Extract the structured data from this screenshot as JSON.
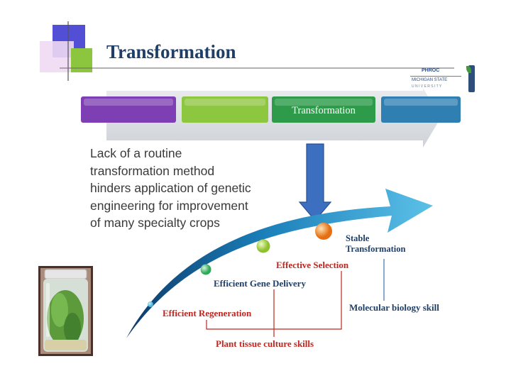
{
  "title": "Transformation",
  "process_bar": {
    "active_label": "Transformation",
    "segment_colors": [
      "#7e3fb4",
      "#8dc63f",
      "#2e9b4b",
      "#2f7fb3"
    ]
  },
  "description": "Lack of a routine transformation method hinders application of genetic engineering for improvement of many specialty crops",
  "stages": [
    {
      "label": "Efficient Regeneration",
      "dot_color": "#4fb6d4"
    },
    {
      "label": "Efficient Gene Delivery",
      "dot_color": "#4cc46a"
    },
    {
      "label": "Effective Selection",
      "dot_color": "#9ac53a"
    },
    {
      "label_line1": "Stable",
      "label_line2": "Transformation",
      "dot_color": "#f08a1c"
    }
  ],
  "skills": {
    "plant_tissue_culture": "Plant tissue culture skills",
    "molecular_biology": "Molecular biology skill"
  },
  "logos": {
    "institute": "PHROC",
    "university_line1": "MICHIGAN STATE",
    "university_line2": "U N I V E R S I T Y"
  },
  "colors": {
    "title": "#1f3f68",
    "stage_text_red": "#c0261f",
    "stage_text_navy": "#1f3f68",
    "bracket_red": "#c0261f",
    "bracket_blue": "#3b73a8",
    "down_arrow": "#3c6fc0",
    "curve_arrow": "#1e8fc6"
  }
}
